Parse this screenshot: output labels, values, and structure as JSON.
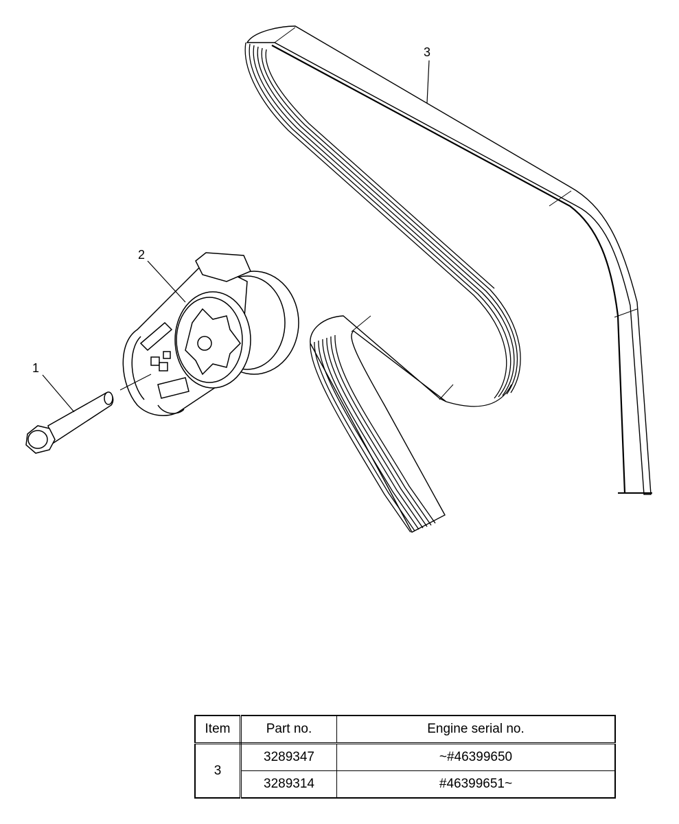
{
  "callouts": [
    {
      "id": "1",
      "label": "1"
    },
    {
      "id": "2",
      "label": "2"
    },
    {
      "id": "3",
      "label": "3"
    }
  ],
  "table": {
    "headers": {
      "item": "Item",
      "part_no": "Part no.",
      "serial": "Engine serial no."
    },
    "group_item": "3",
    "rows": [
      {
        "part_no": "3289347",
        "serial": "~#46399650"
      },
      {
        "part_no": "3289314",
        "serial": "#46399651~"
      }
    ]
  }
}
